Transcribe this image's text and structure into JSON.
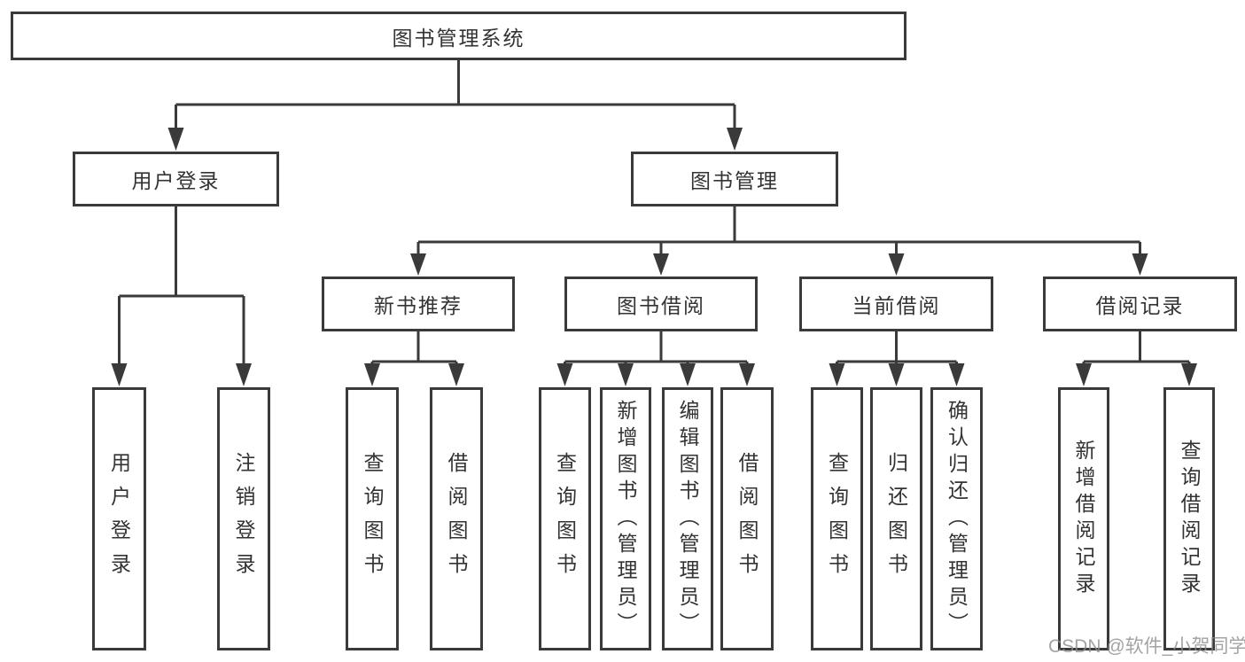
{
  "diagram": {
    "root": {
      "label": "图书管理系统"
    },
    "level2": [
      {
        "label": "用户登录"
      },
      {
        "label": "图书管理"
      }
    ],
    "level3": [
      {
        "label": "新书推荐",
        "parent": "图书管理"
      },
      {
        "label": "图书借阅",
        "parent": "图书管理"
      },
      {
        "label": "当前借阅",
        "parent": "图书管理"
      },
      {
        "label": "借阅记录",
        "parent": "图书管理"
      }
    ],
    "leaves": [
      {
        "label": "用户登录",
        "parent": "用户登录"
      },
      {
        "label": "注销登录",
        "parent": "用户登录"
      },
      {
        "label": "查询图书",
        "parent": "新书推荐"
      },
      {
        "label": "借阅图书",
        "parent": "新书推荐"
      },
      {
        "label": "查询图书",
        "parent": "图书借阅"
      },
      {
        "label": "新增图书（管理员）",
        "parent": "图书借阅"
      },
      {
        "label": "编辑图书（管理员）",
        "parent": "图书借阅"
      },
      {
        "label": "借阅图书",
        "parent": "图书借阅"
      },
      {
        "label": "查询图书",
        "parent": "当前借阅"
      },
      {
        "label": "归还图书",
        "parent": "当前借阅"
      },
      {
        "label": "确认归还（管理员）",
        "parent": "当前借阅"
      },
      {
        "label": "新增借阅记录",
        "parent": "借阅记录"
      },
      {
        "label": "查询借阅记录",
        "parent": "借阅记录"
      }
    ]
  },
  "watermark": "CSDN @软件_小贺同学",
  "colors": {
    "line": "#3a3a3a",
    "text": "#333333",
    "watermark": "#8c8c8c",
    "background": "#ffffff"
  }
}
